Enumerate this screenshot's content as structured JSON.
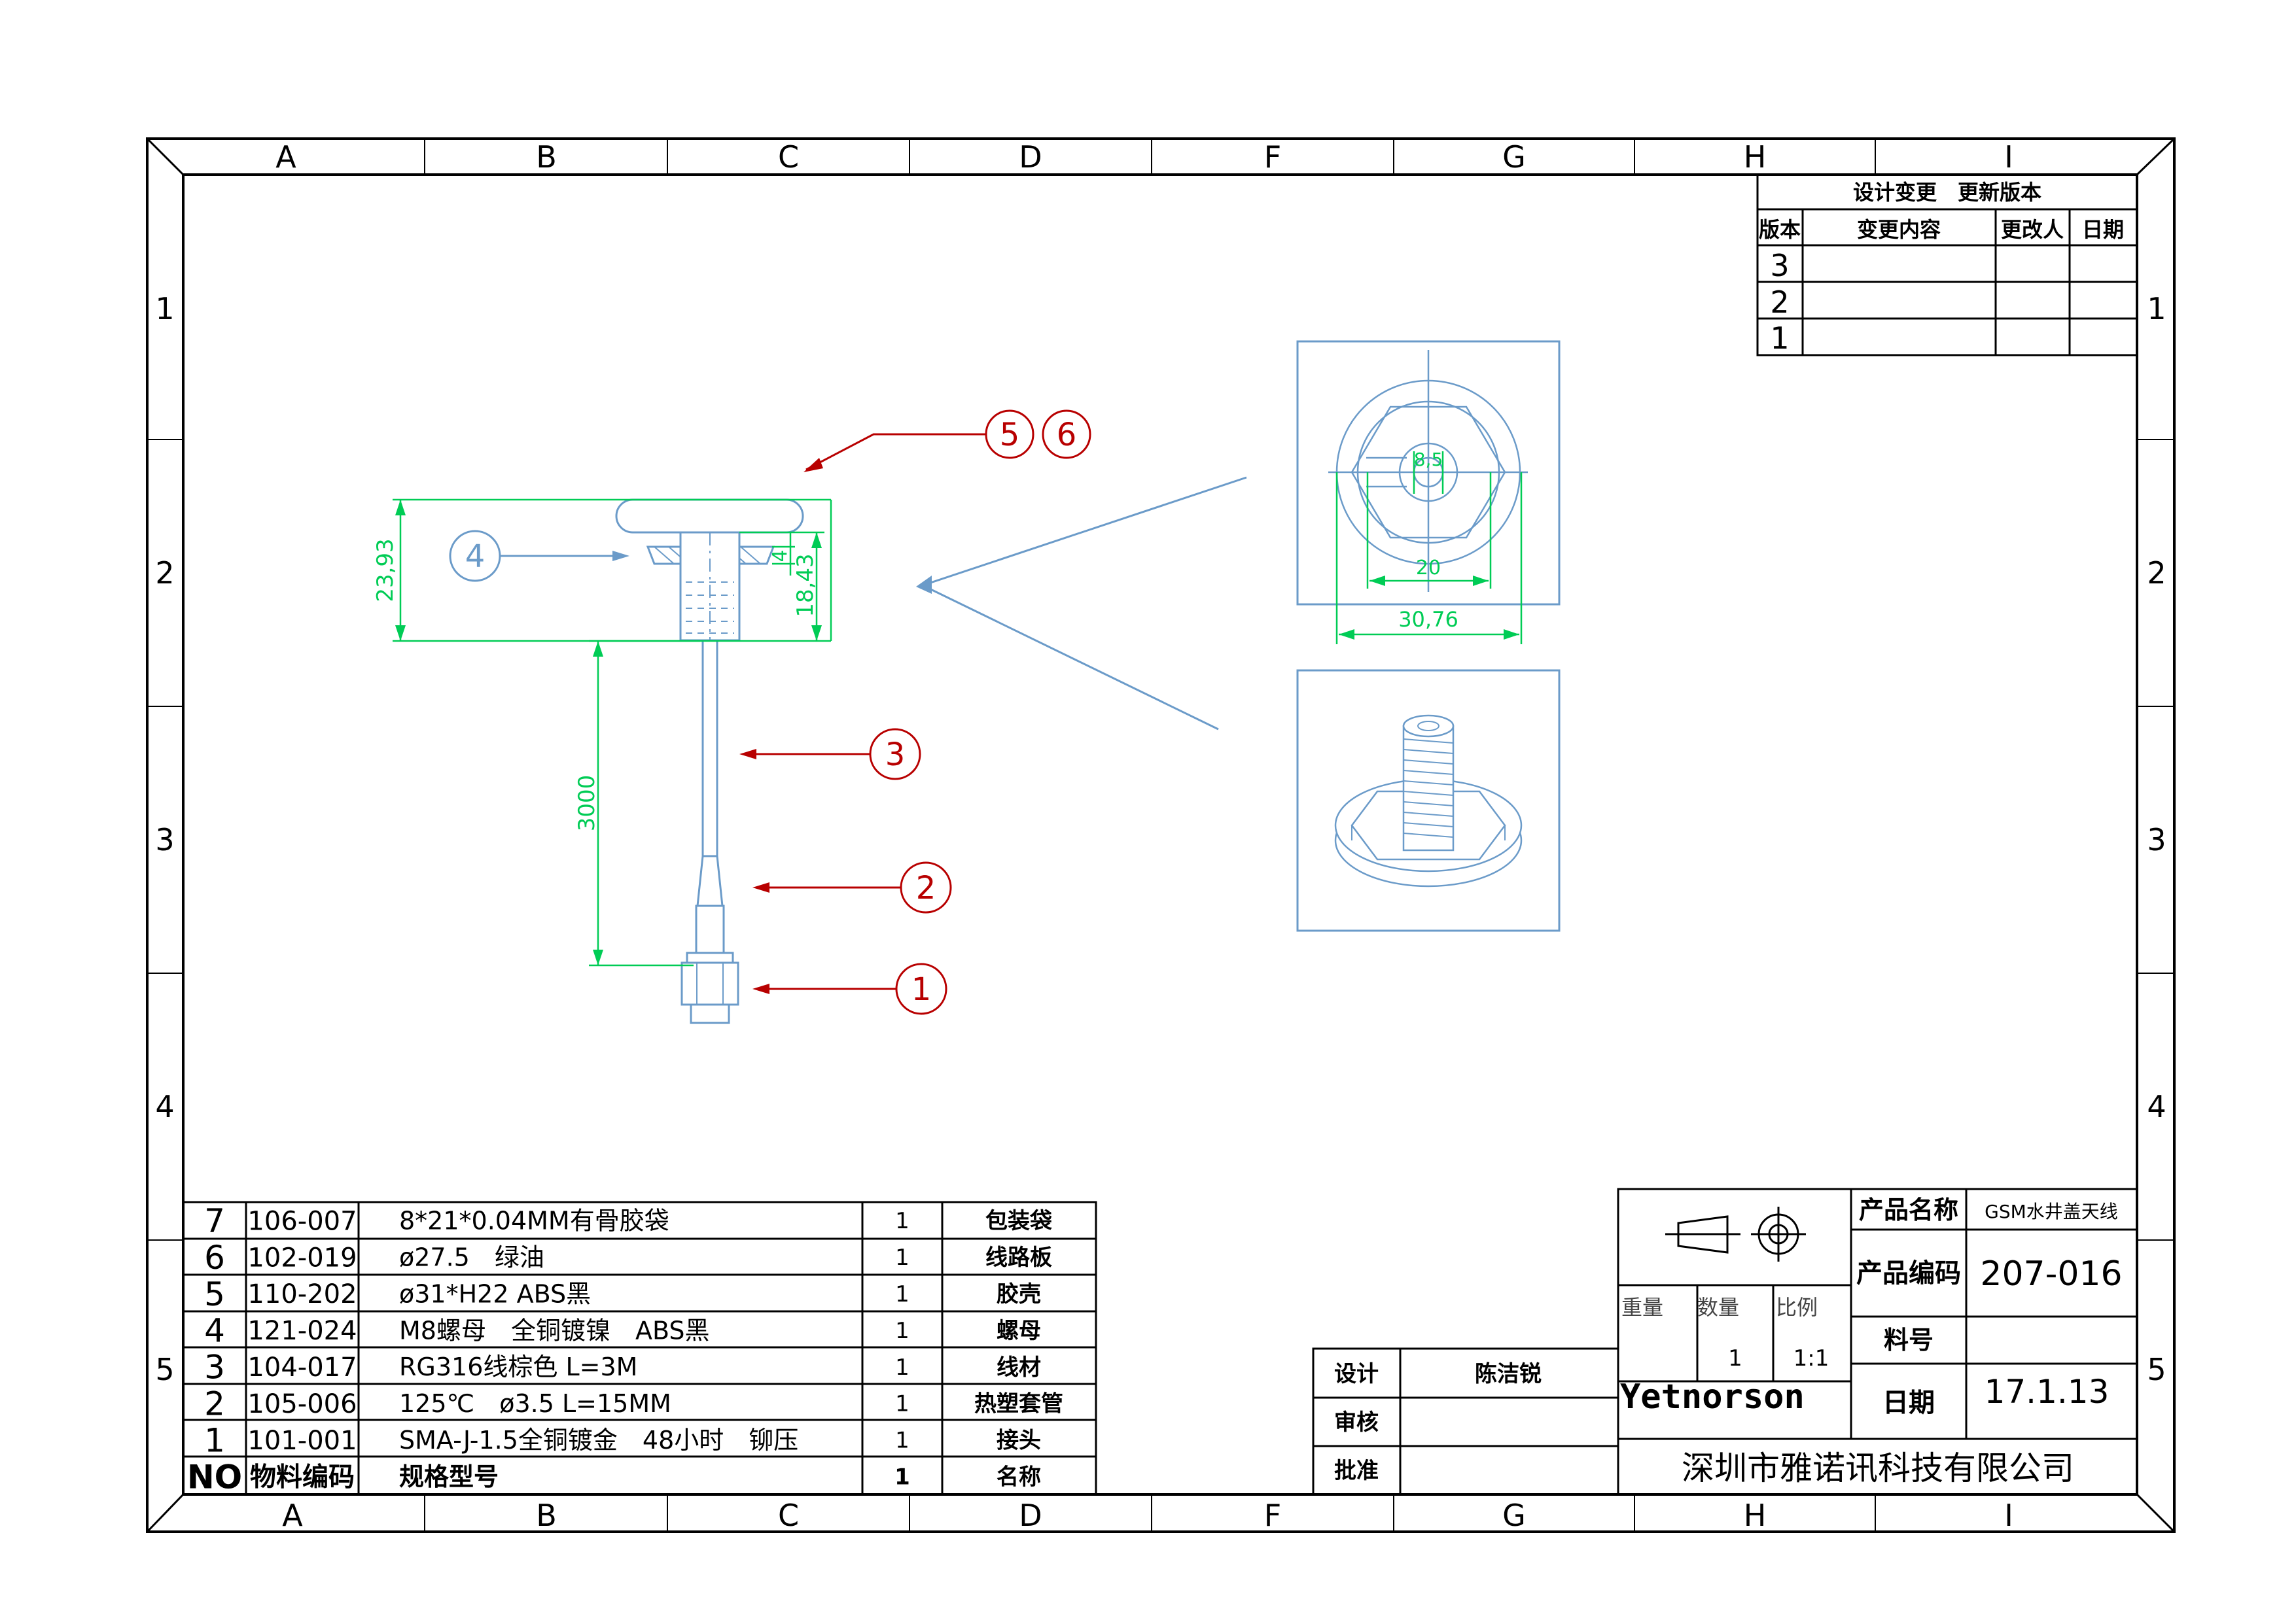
{
  "zones_top": [
    "A",
    "B",
    "C",
    "D",
    "F",
    "G",
    "H",
    "I"
  ],
  "zones_bottom": [
    "A",
    "B",
    "C",
    "D",
    "F",
    "G",
    "H",
    "I"
  ],
  "rows": [
    "1",
    "2",
    "3",
    "4",
    "5"
  ],
  "revision_table": {
    "title": "设计变更　更新版本",
    "headers": [
      "版本",
      "变更内容",
      "更改人",
      "日期"
    ],
    "rows": [
      "3",
      "2",
      "1"
    ]
  },
  "callouts": {
    "c56a": "5",
    "c56b": "6",
    "c4": "4",
    "c3": "3",
    "c2": "2",
    "c1": "1"
  },
  "dims": {
    "overall_height": "23,93",
    "body_height": "18,43",
    "gasket": "4",
    "cable_length": "3000",
    "inner_hole": "8,5",
    "nut_width": "20",
    "outer_width": "30,76"
  },
  "bom": {
    "rows": [
      {
        "no": "7",
        "code": "106-007",
        "spec": "8*21*0.04MM有骨胶袋",
        "qty": "1",
        "name": "包装袋"
      },
      {
        "no": "6",
        "code": "102-019",
        "spec": "ø27.5　绿油",
        "qty": "1",
        "name": "线路板"
      },
      {
        "no": "5",
        "code": "110-202",
        "spec": "ø31*H22 ABS黑",
        "qty": "1",
        "name": "胶壳"
      },
      {
        "no": "4",
        "code": "121-024",
        "spec": "M8螺母　全铜镀镍　ABS黑",
        "qty": "1",
        "name": "螺母"
      },
      {
        "no": "3",
        "code": "104-017",
        "spec": "RG316线棕色 L=3M",
        "qty": "1",
        "name": "线材"
      },
      {
        "no": "2",
        "code": "105-006",
        "spec": "125℃　ø3.5 L=15MM",
        "qty": "1",
        "name": "热塑套管"
      },
      {
        "no": "1",
        "code": "101-001",
        "spec": "SMA-J-1.5全铜镀金　48小时　铆压",
        "qty": "1",
        "name": "接头"
      }
    ],
    "header": {
      "no": "NO",
      "code": "物料编码",
      "spec": "规格型号",
      "qty": "1",
      "name": "名称"
    }
  },
  "approval": {
    "design_label": "设计",
    "designer": "陈洁锐",
    "review_label": "审核",
    "approve_label": "批准"
  },
  "title_block": {
    "weight_label": "重量",
    "qty_label": "数量",
    "scale_label": "比例",
    "qty": "1",
    "scale": "1:1",
    "product_name_label": "产品名称",
    "product_name": "GSM水井盖天线",
    "product_code_label": "产品编码",
    "product_code": "207-016",
    "part_no_label": "料号",
    "date_label": "日期",
    "date": "17.1.13",
    "brand": "Yetnorson",
    "company": "深圳市雅诺讯科技有限公司"
  },
  "colors": {
    "frame": "#000000",
    "blue": "#6b9bc9",
    "green": "#00cc55",
    "red": "#b80000"
  }
}
